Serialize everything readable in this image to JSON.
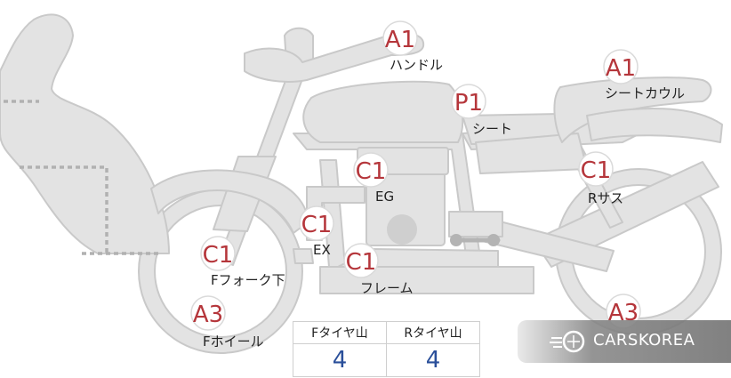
{
  "badges": {
    "handle": "A1",
    "seat_cowl": "A1",
    "seat": "P1",
    "engine": "C1",
    "rear_suspension": "C1",
    "exhaust": "C1",
    "front_fork": "C1",
    "frame": "C1",
    "front_wheel": "A3",
    "rear_wheel": "A3"
  },
  "labels": {
    "handle": "ハンドル",
    "seat_cowl": "シートカウル",
    "seat": "シート",
    "engine": "EG",
    "rear_suspension": "Rサス",
    "exhaust": "EX",
    "front_fork": "Fフォーク下",
    "frame": "フレーム",
    "front_wheel": "Fホイール"
  },
  "tire_table": {
    "front_header": "Fタイヤ山",
    "rear_header": "Rタイヤ山",
    "front_value": "4",
    "rear_value": "4"
  },
  "watermark": {
    "text": "CARSKOREA"
  },
  "colors": {
    "badge_text": "#b5363b",
    "table_value": "#2a4f9a",
    "part_fill": "#e3e3e3"
  }
}
